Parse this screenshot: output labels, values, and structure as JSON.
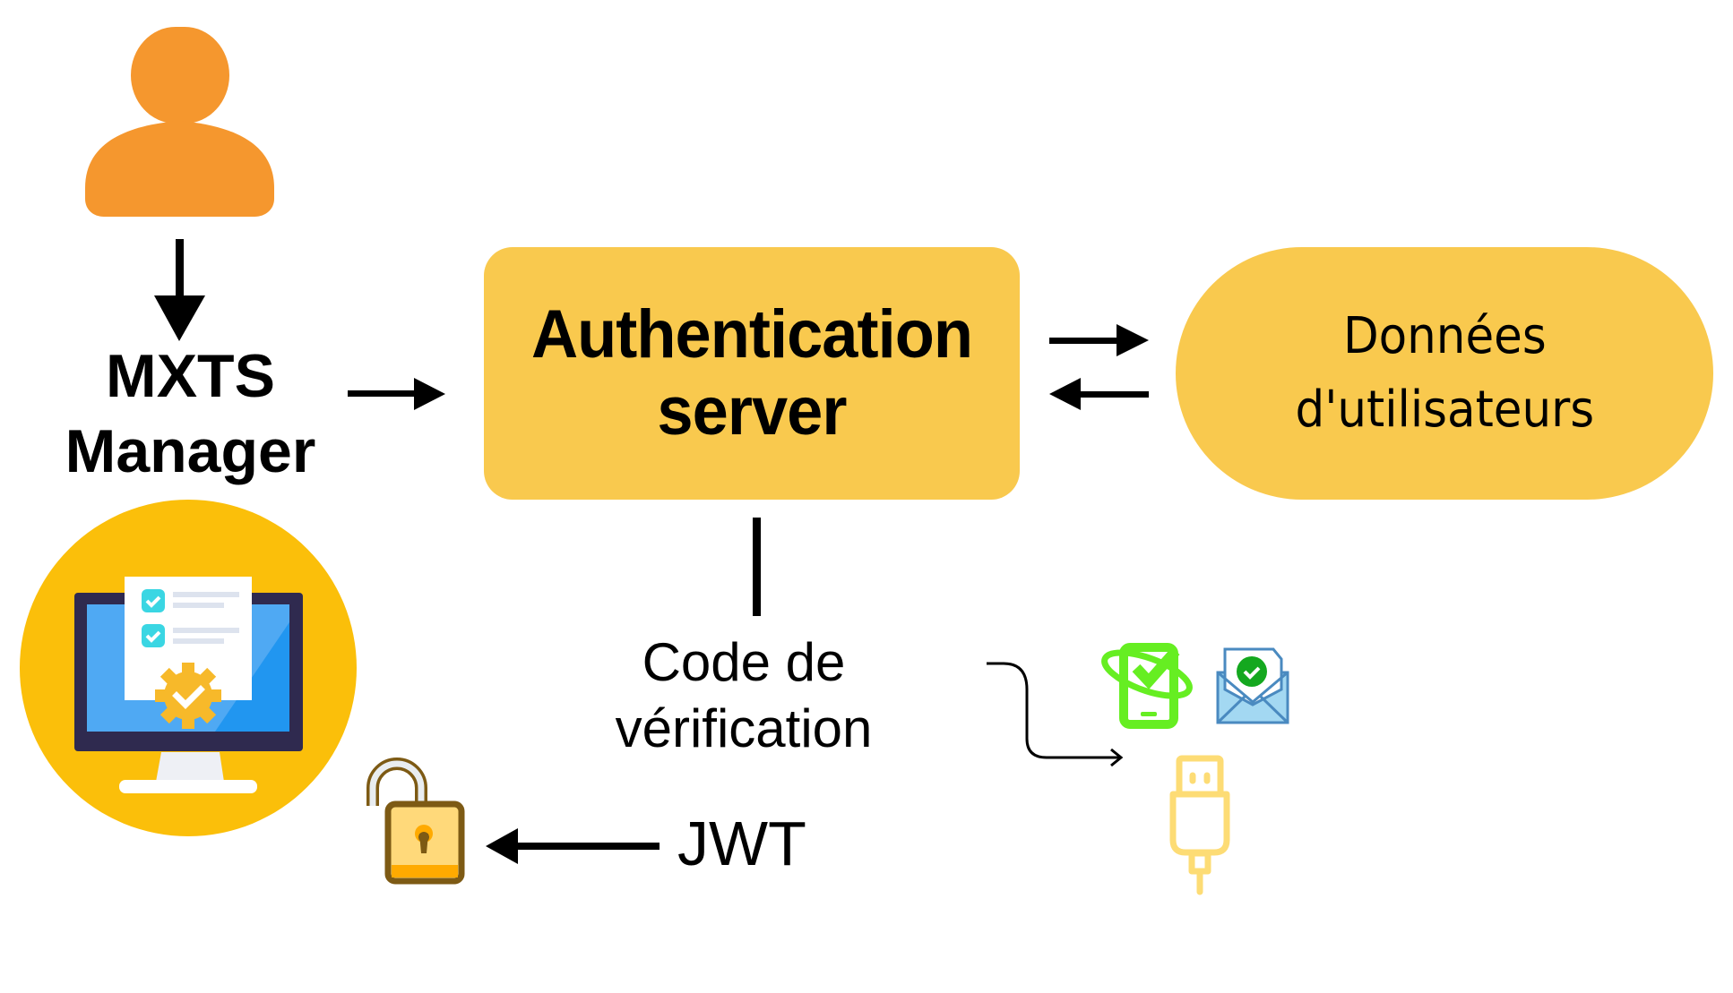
{
  "nodes": {
    "user": {
      "label": "",
      "icon": "person-icon",
      "color": "#f5972e"
    },
    "mxts_manager": {
      "line1": "MXTS",
      "line2": "Manager",
      "icon": "monitor-checklist-icon",
      "circle_color": "#fbbf0a"
    },
    "auth_server": {
      "line1": "Authentication",
      "line2": "server",
      "color": "#f9c94e"
    },
    "user_data": {
      "line1": "Données",
      "line2": "d'utilisateurs",
      "color": "#f9c94e"
    },
    "verification_code": {
      "line1": "Code de",
      "line2": "vérification"
    },
    "jwt": {
      "label": "JWT",
      "icon": "unlocked-padlock-icon"
    }
  },
  "verification_channels": [
    {
      "name": "sms",
      "icon": "phone-check-icon",
      "color": "#66ee22"
    },
    {
      "name": "email",
      "icon": "envelope-check-icon",
      "color": "#4a8ac0"
    },
    {
      "name": "usb-key",
      "icon": "usb-key-icon",
      "color": "#fddc75"
    }
  ],
  "edges": [
    {
      "from": "user",
      "to": "mxts_manager",
      "type": "arrow"
    },
    {
      "from": "mxts_manager",
      "to": "auth_server",
      "type": "arrow"
    },
    {
      "from": "auth_server",
      "to": "user_data",
      "type": "arrow"
    },
    {
      "from": "user_data",
      "to": "auth_server",
      "type": "arrow"
    },
    {
      "from": "auth_server",
      "to": "verification_code",
      "type": "line"
    },
    {
      "from": "verification_code",
      "to": "verification_channels",
      "type": "curved-arrow"
    },
    {
      "from": "jwt",
      "to": "lock",
      "type": "arrow"
    }
  ]
}
